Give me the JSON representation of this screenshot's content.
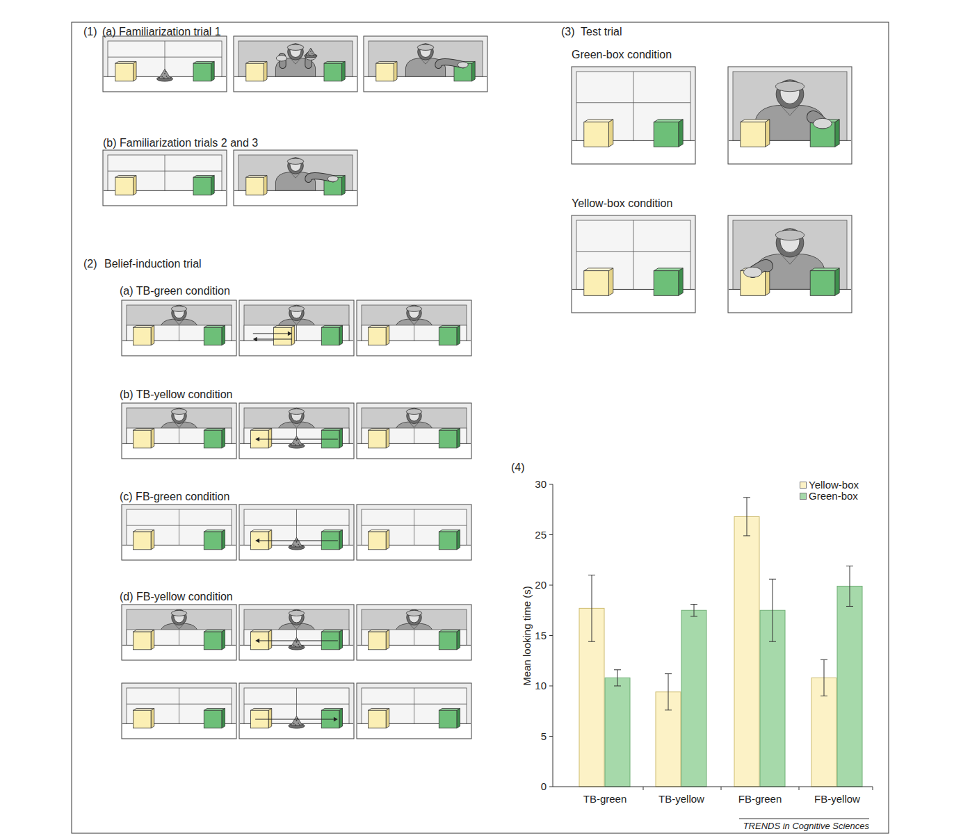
{
  "diagram": {
    "labels": [
      "(1)",
      "(a) Familiarization trial 1",
      "(b) Familiarization trials 2 and 3",
      "(2)",
      "Belief-induction trial",
      "(a) TB-green condition",
      "(b) TB-yellow condition",
      "(c) FB-green condition",
      "(d) FB-yellow condition",
      "(3)",
      "Test trial",
      "Green-box condition",
      "Yellow-box condition",
      "(4)",
      "30",
      "25",
      "20",
      "15",
      "10",
      "5",
      "0",
      "Mean looking time (s)",
      "TB-green",
      "TB-yellow",
      "FB-green",
      "FB-yellow",
      "TRENDS in Cognitive Sciences"
    ],
    "legend": [
      {
        "text": "Yellow-box",
        "color": "#fcf2c6"
      },
      {
        "text": "Green-box",
        "color": "#a6d9aa"
      }
    ]
  }
}
